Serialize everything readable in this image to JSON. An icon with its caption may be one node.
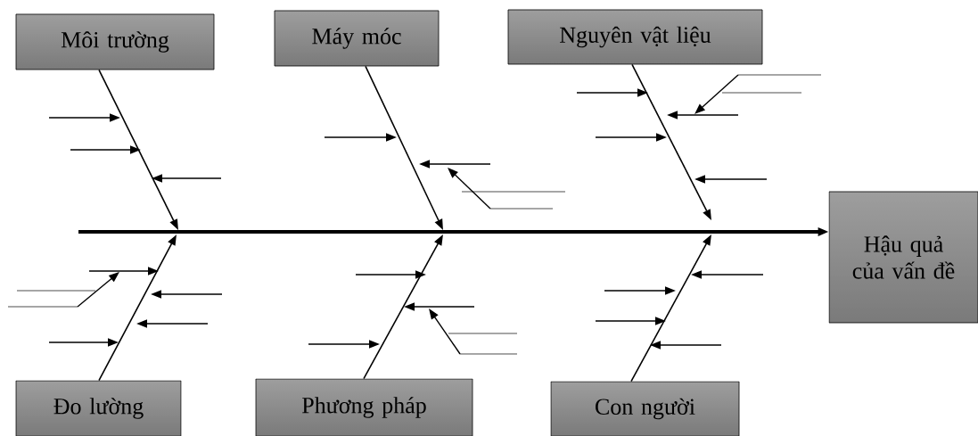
{
  "diagram": {
    "nodes": [
      {
        "text": [
          "Môi trường"
        ]
      },
      {
        "text": [
          "Máy móc"
        ]
      },
      {
        "text": [
          "Nguyên vật liệu"
        ]
      },
      {
        "text": [
          "Đo lường"
        ]
      },
      {
        "text": [
          "Phương pháp"
        ]
      },
      {
        "text": [
          "Con người"
        ]
      },
      {
        "text": [
          "Hậu quả của vấn đề"
        ]
      }
    ],
    "edges": [
      {
        "from": null,
        "to": 6,
        "arrow": "to",
        "style": "thick"
      },
      {
        "from": 0,
        "to": null,
        "arrow": "to"
      },
      {
        "from": 1,
        "to": null,
        "arrow": "to"
      },
      {
        "from": 2,
        "to": null,
        "arrow": "to"
      },
      {
        "from": 3,
        "to": null,
        "arrow": "to"
      },
      {
        "from": 4,
        "to": null,
        "arrow": "to"
      },
      {
        "from": 5,
        "to": null,
        "arrow": "to"
      }
    ]
  }
}
